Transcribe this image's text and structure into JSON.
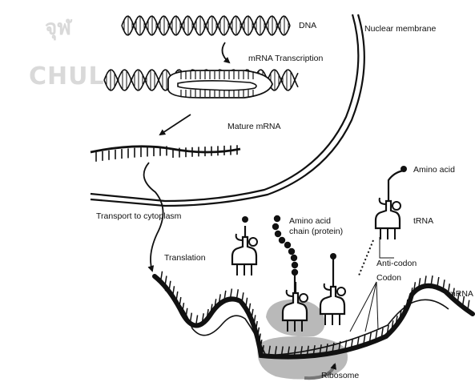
{
  "watermark": {
    "line1": "จุฬ",
    "line2": "CHUL"
  },
  "labels": {
    "dna": "DNA",
    "nuclear_membrane": "Nuclear membrane",
    "mrna_transcription": "mRNA Transcription",
    "mature_mrna": "Mature mRNA",
    "transport": "Transport to cytoplasm",
    "translation": "Translation",
    "amino_acid_chain_1": "Amino acid",
    "amino_acid_chain_2": "chain (protein)",
    "amino_acid": "Amino acid",
    "trna": "tRNA",
    "anti_codon": "Anti-codon",
    "codon": "Codon",
    "mrna": "mRNA",
    "ribosome": "Ribosome"
  },
  "colors": {
    "ink": "#111111",
    "ribosome": "#b9b9b9",
    "watermark": "#d9d9d9"
  }
}
